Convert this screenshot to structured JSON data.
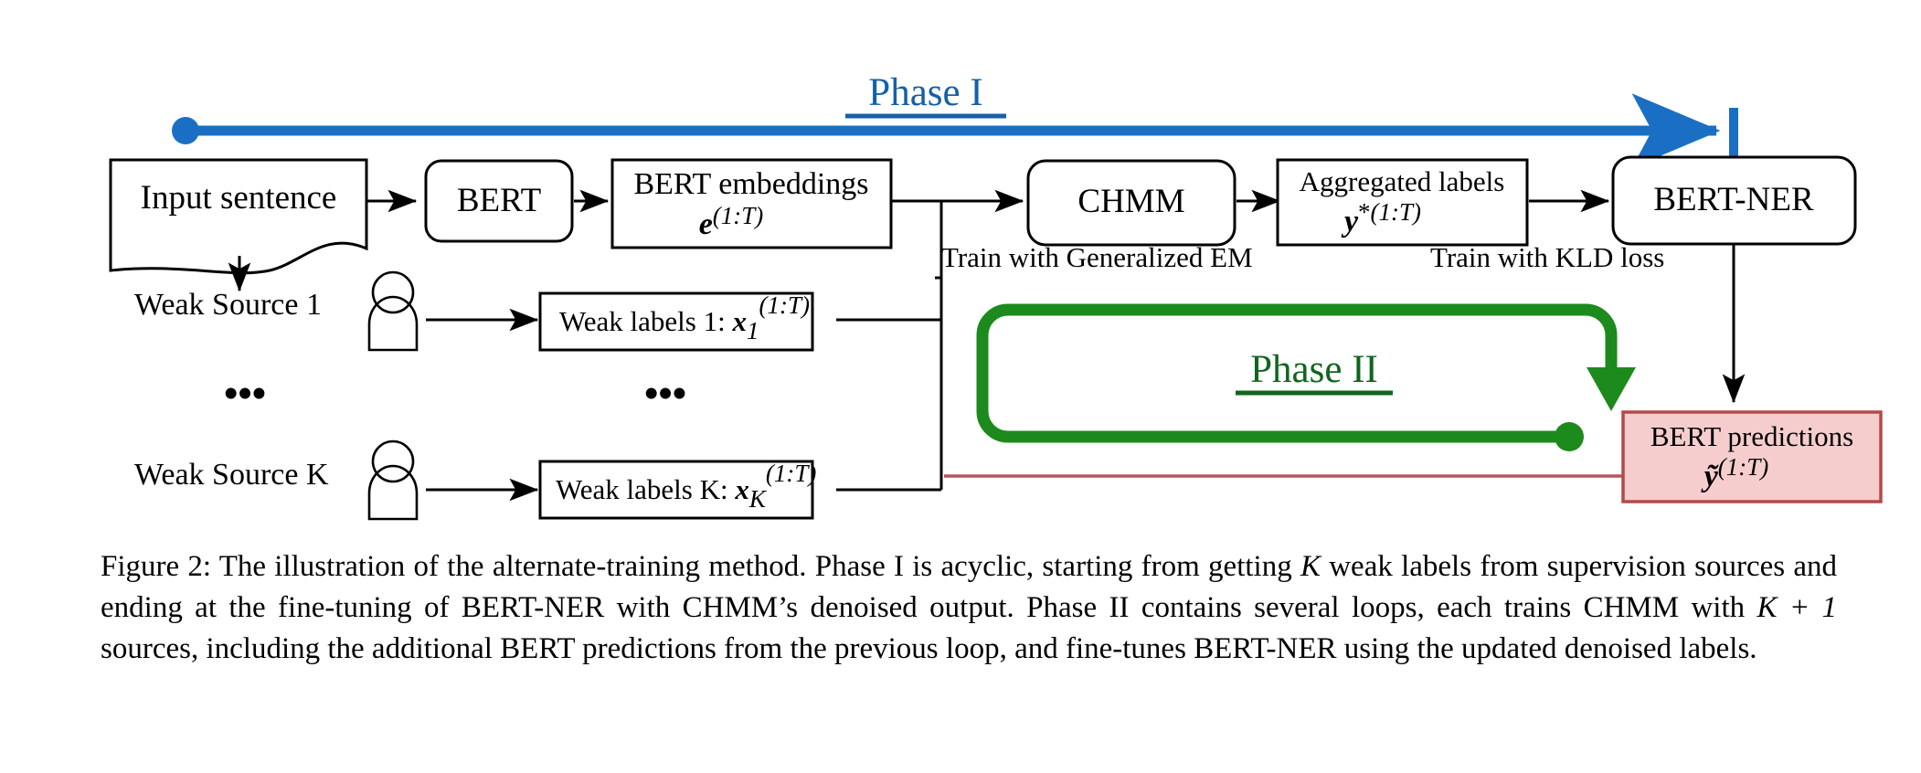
{
  "figure": {
    "number": "Figure 2",
    "caption_parts": {
      "p1": "Figure 2: The illustration of the alternate-training method. Phase I is acyclic, starting from getting ",
      "k1": "K",
      "p2": " weak labels from supervision sources and ending at the fine-tuning of BERT-NER with CHMM’s denoised output.  Phase II contains several loops, each trains CHMM with ",
      "k2": "K + 1",
      "p3": " sources, including the additional BERT predictions from the previous loop, and fine-tunes BERT-NER using the updated denoised labels."
    },
    "caption_full": "Figure 2: The illustration of the alternate-training method. Phase I is acyclic, starting from getting K weak labels from supervision sources and ending at the fine-tuning of BERT-NER with CHMM’s denoised output. Phase II contains several loops, each trains CHMM with K + 1 sources, including the additional BERT predictions from the previous loop, and fine-tunes BERT-NER using the updated denoised labels."
  },
  "phases": [
    {
      "id": "phase-1",
      "label": "Phase I",
      "color": "#1560a8"
    },
    {
      "id": "phase-2",
      "label": "Phase II",
      "color": "#11651f"
    }
  ],
  "nodes": {
    "input_sentence": {
      "label": "Input sentence",
      "shape": "document"
    },
    "bert": {
      "label": "BERT",
      "shape": "rounded-rect"
    },
    "bert_embeddings": {
      "line1": "BERT embeddings",
      "sym": "e",
      "sup": "(1:T)",
      "shape": "rect"
    },
    "chmm": {
      "label": "CHMM",
      "shape": "rounded-rect"
    },
    "aggregated_labels": {
      "line1": "Aggregated labels",
      "sym": "y",
      "star": "*",
      "sup": "(1:T)",
      "shape": "rect"
    },
    "bert_ner": {
      "label": "BERT-NER",
      "shape": "rounded-rect"
    },
    "bert_predictions": {
      "line1": "BERT predictions",
      "sym": "ỹ",
      "sup": "(1:T)",
      "shape": "rect",
      "fill": "#f6cdcd",
      "stroke": "#b34a4a"
    },
    "weak_source_1": {
      "label": "Weak Source 1",
      "icon": "person-icon"
    },
    "weak_source_k": {
      "label": "Weak Source K",
      "icon": "person-icon"
    },
    "weak_labels_1": {
      "label": "Weak labels 1: ",
      "sym": "x",
      "sub": "1",
      "sup": "(1:T)",
      "shape": "rect"
    },
    "weak_labels_k": {
      "label": "Weak labels K: ",
      "sym": "x",
      "sub": "K",
      "sup": "(1:T)",
      "shape": "rect"
    },
    "ellipsis_sources": {
      "label": "•••"
    },
    "ellipsis_labels": {
      "label": "•••"
    }
  },
  "edge_labels": {
    "generalized_em": "Train with Generalized EM",
    "kld_loss": "Train with KLD loss"
  },
  "colors": {
    "phase1_arrow": "#1a6fc4",
    "phase2_arrow": "#1c8a1c",
    "phase2_text": "#11651f",
    "phase1_text": "#1560a8",
    "prediction_fill": "#f6cdcd",
    "prediction_stroke": "#b34a4a",
    "red_line": "#b6565a",
    "black": "#000000",
    "background": "#ffffff"
  }
}
